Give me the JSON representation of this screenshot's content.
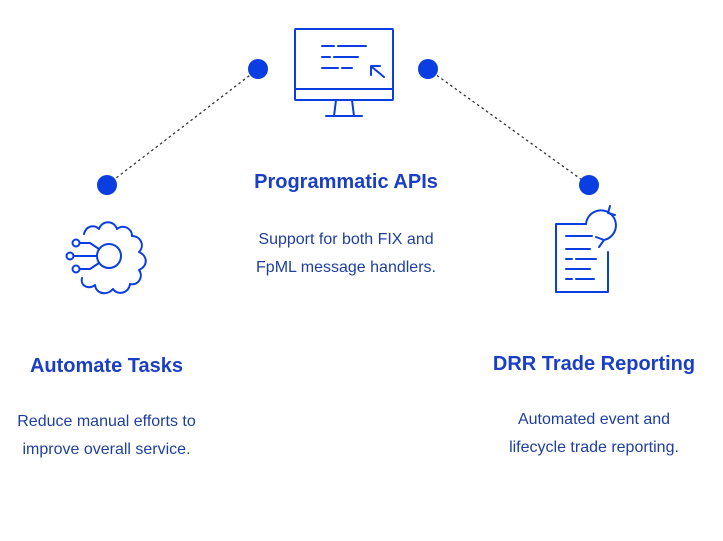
{
  "colors": {
    "accent": "#0a3ee0",
    "title": "#1a3fc4",
    "text": "#1f3f9e",
    "line": "#333333"
  },
  "features": [
    {
      "icon": "monitor-code-icon",
      "title": "Programmatic APIs",
      "desc_lines": [
        "Support for both FIX and",
        "FpML message handlers."
      ]
    },
    {
      "icon": "gear-circuit-icon",
      "title": "Automate Tasks",
      "desc_lines": [
        "Reduce manual efforts to",
        "improve overall service."
      ]
    },
    {
      "icon": "document-refresh-icon",
      "title": "DRR Trade Reporting",
      "desc_lines": [
        "Automated event and",
        "lifecycle trade reporting."
      ]
    }
  ]
}
